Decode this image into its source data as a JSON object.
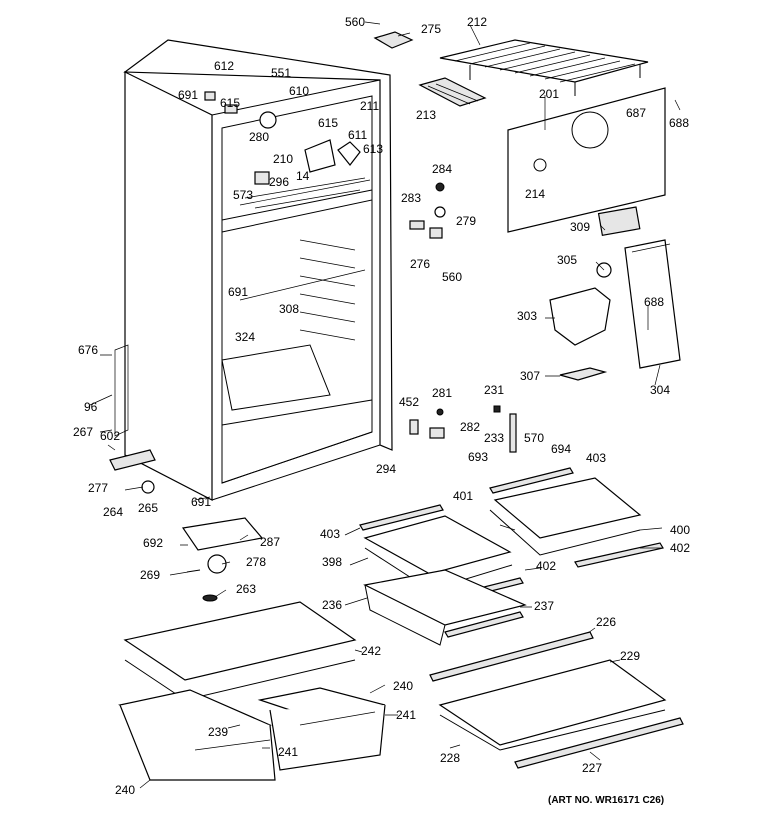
{
  "diagram": {
    "art_number": "(ART NO. WR16171 C26)",
    "callouts": [
      {
        "id": "c560a",
        "text": "560"
      },
      {
        "id": "c275",
        "text": "275"
      },
      {
        "id": "c212",
        "text": "212"
      },
      {
        "id": "c612",
        "text": "612"
      },
      {
        "id": "c551",
        "text": "551"
      },
      {
        "id": "c691a",
        "text": "691"
      },
      {
        "id": "c615a",
        "text": "615"
      },
      {
        "id": "c610",
        "text": "610"
      },
      {
        "id": "c211",
        "text": "211"
      },
      {
        "id": "c213",
        "text": "213"
      },
      {
        "id": "c201",
        "text": "201"
      },
      {
        "id": "c615b",
        "text": "615"
      },
      {
        "id": "c280",
        "text": "280"
      },
      {
        "id": "c611",
        "text": "611"
      },
      {
        "id": "c687",
        "text": "687"
      },
      {
        "id": "c688a",
        "text": "688"
      },
      {
        "id": "c613",
        "text": "613"
      },
      {
        "id": "c210",
        "text": "210"
      },
      {
        "id": "c14",
        "text": "14"
      },
      {
        "id": "c296",
        "text": "296"
      },
      {
        "id": "c573",
        "text": "573"
      },
      {
        "id": "c284",
        "text": "284"
      },
      {
        "id": "c214",
        "text": "214"
      },
      {
        "id": "c283",
        "text": "283"
      },
      {
        "id": "c279",
        "text": "279"
      },
      {
        "id": "c309",
        "text": "309"
      },
      {
        "id": "c276",
        "text": "276"
      },
      {
        "id": "c560b",
        "text": "560"
      },
      {
        "id": "c305",
        "text": "305"
      },
      {
        "id": "c691b",
        "text": "691"
      },
      {
        "id": "c308",
        "text": "308"
      },
      {
        "id": "c688b",
        "text": "688"
      },
      {
        "id": "c303",
        "text": "303"
      },
      {
        "id": "c324",
        "text": "324"
      },
      {
        "id": "c676",
        "text": "676"
      },
      {
        "id": "c307",
        "text": "307"
      },
      {
        "id": "c304",
        "text": "304"
      },
      {
        "id": "c96",
        "text": "96"
      },
      {
        "id": "c281",
        "text": "281"
      },
      {
        "id": "c231",
        "text": "231"
      },
      {
        "id": "c452",
        "text": "452"
      },
      {
        "id": "c267",
        "text": "267"
      },
      {
        "id": "c282",
        "text": "282"
      },
      {
        "id": "c233",
        "text": "233"
      },
      {
        "id": "c570",
        "text": "570"
      },
      {
        "id": "c602",
        "text": "602"
      },
      {
        "id": "c694",
        "text": "694"
      },
      {
        "id": "c693",
        "text": "693"
      },
      {
        "id": "c403a",
        "text": "403"
      },
      {
        "id": "c294",
        "text": "294"
      },
      {
        "id": "c277",
        "text": "277"
      },
      {
        "id": "c401",
        "text": "401"
      },
      {
        "id": "c691c",
        "text": "691"
      },
      {
        "id": "c264",
        "text": "264"
      },
      {
        "id": "c265",
        "text": "265"
      },
      {
        "id": "c403b",
        "text": "403"
      },
      {
        "id": "c400",
        "text": "400"
      },
      {
        "id": "c287",
        "text": "287"
      },
      {
        "id": "c692",
        "text": "692"
      },
      {
        "id": "c402a",
        "text": "402"
      },
      {
        "id": "c398",
        "text": "398"
      },
      {
        "id": "c278",
        "text": "278"
      },
      {
        "id": "c402b",
        "text": "402"
      },
      {
        "id": "c269",
        "text": "269"
      },
      {
        "id": "c263",
        "text": "263"
      },
      {
        "id": "c236",
        "text": "236"
      },
      {
        "id": "c237",
        "text": "237"
      },
      {
        "id": "c226",
        "text": "226"
      },
      {
        "id": "c242",
        "text": "242"
      },
      {
        "id": "c229",
        "text": "229"
      },
      {
        "id": "c240a",
        "text": "240"
      },
      {
        "id": "c241a",
        "text": "241"
      },
      {
        "id": "c239",
        "text": "239"
      },
      {
        "id": "c241b",
        "text": "241"
      },
      {
        "id": "c228",
        "text": "228"
      },
      {
        "id": "c227",
        "text": "227"
      },
      {
        "id": "c240b",
        "text": "240"
      }
    ]
  }
}
